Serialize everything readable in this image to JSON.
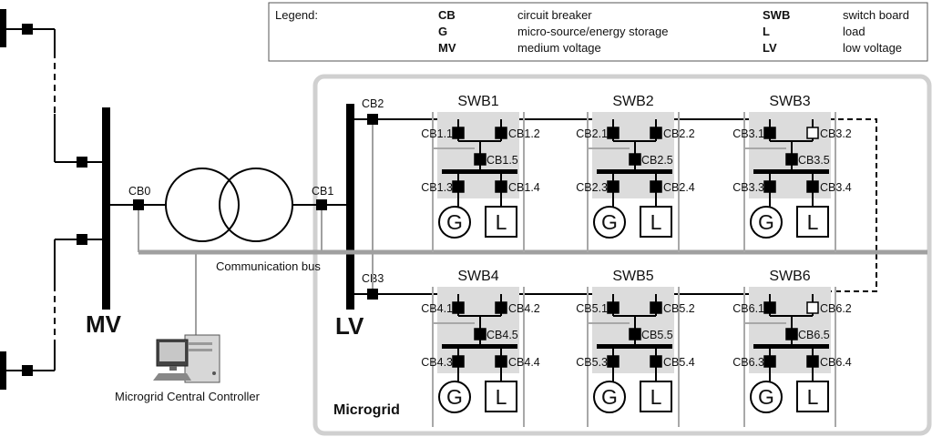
{
  "legend": {
    "heading": "Legend:",
    "items": [
      {
        "abbr": "CB",
        "desc": "circuit breaker"
      },
      {
        "abbr": "G",
        "desc": "micro-source/energy storage"
      },
      {
        "abbr": "MV",
        "desc": "medium voltage"
      },
      {
        "abbr": "SWB",
        "desc": "switch board"
      },
      {
        "abbr": "L",
        "desc": "load"
      },
      {
        "abbr": "LV",
        "desc": "low voltage"
      }
    ]
  },
  "buses": {
    "mv": "MV",
    "lv": "LV"
  },
  "breakers": {
    "cb0": "CB0",
    "cb1": "CB1",
    "cb2": "CB2",
    "cb3": "CB3"
  },
  "communication_bus": "Communication bus",
  "controller": "Microgrid Central Controller",
  "microgrid_label": "Microgrid",
  "symbols": {
    "generator": "G",
    "load": "L"
  },
  "switchboards": [
    {
      "name": "SWB1",
      "breakers": [
        "CB1.1",
        "CB1.2",
        "CB1.5",
        "CB1.3",
        "CB1.4"
      ]
    },
    {
      "name": "SWB2",
      "breakers": [
        "CB2.1",
        "CB2.2",
        "CB2.5",
        "CB2.3",
        "CB2.4"
      ]
    },
    {
      "name": "SWB3",
      "breakers": [
        "CB3.1",
        "CB3.2",
        "CB3.5",
        "CB3.3",
        "CB3.4"
      ]
    },
    {
      "name": "SWB4",
      "breakers": [
        "CB4.1",
        "CB4.2",
        "CB4.5",
        "CB4.3",
        "CB4.4"
      ]
    },
    {
      "name": "SWB5",
      "breakers": [
        "CB5.1",
        "CB5.2",
        "CB5.5",
        "CB5.3",
        "CB5.4"
      ]
    },
    {
      "name": "SWB6",
      "breakers": [
        "CB6.1",
        "CB6.2",
        "CB6.5",
        "CB6.3",
        "CB6.4"
      ]
    }
  ]
}
